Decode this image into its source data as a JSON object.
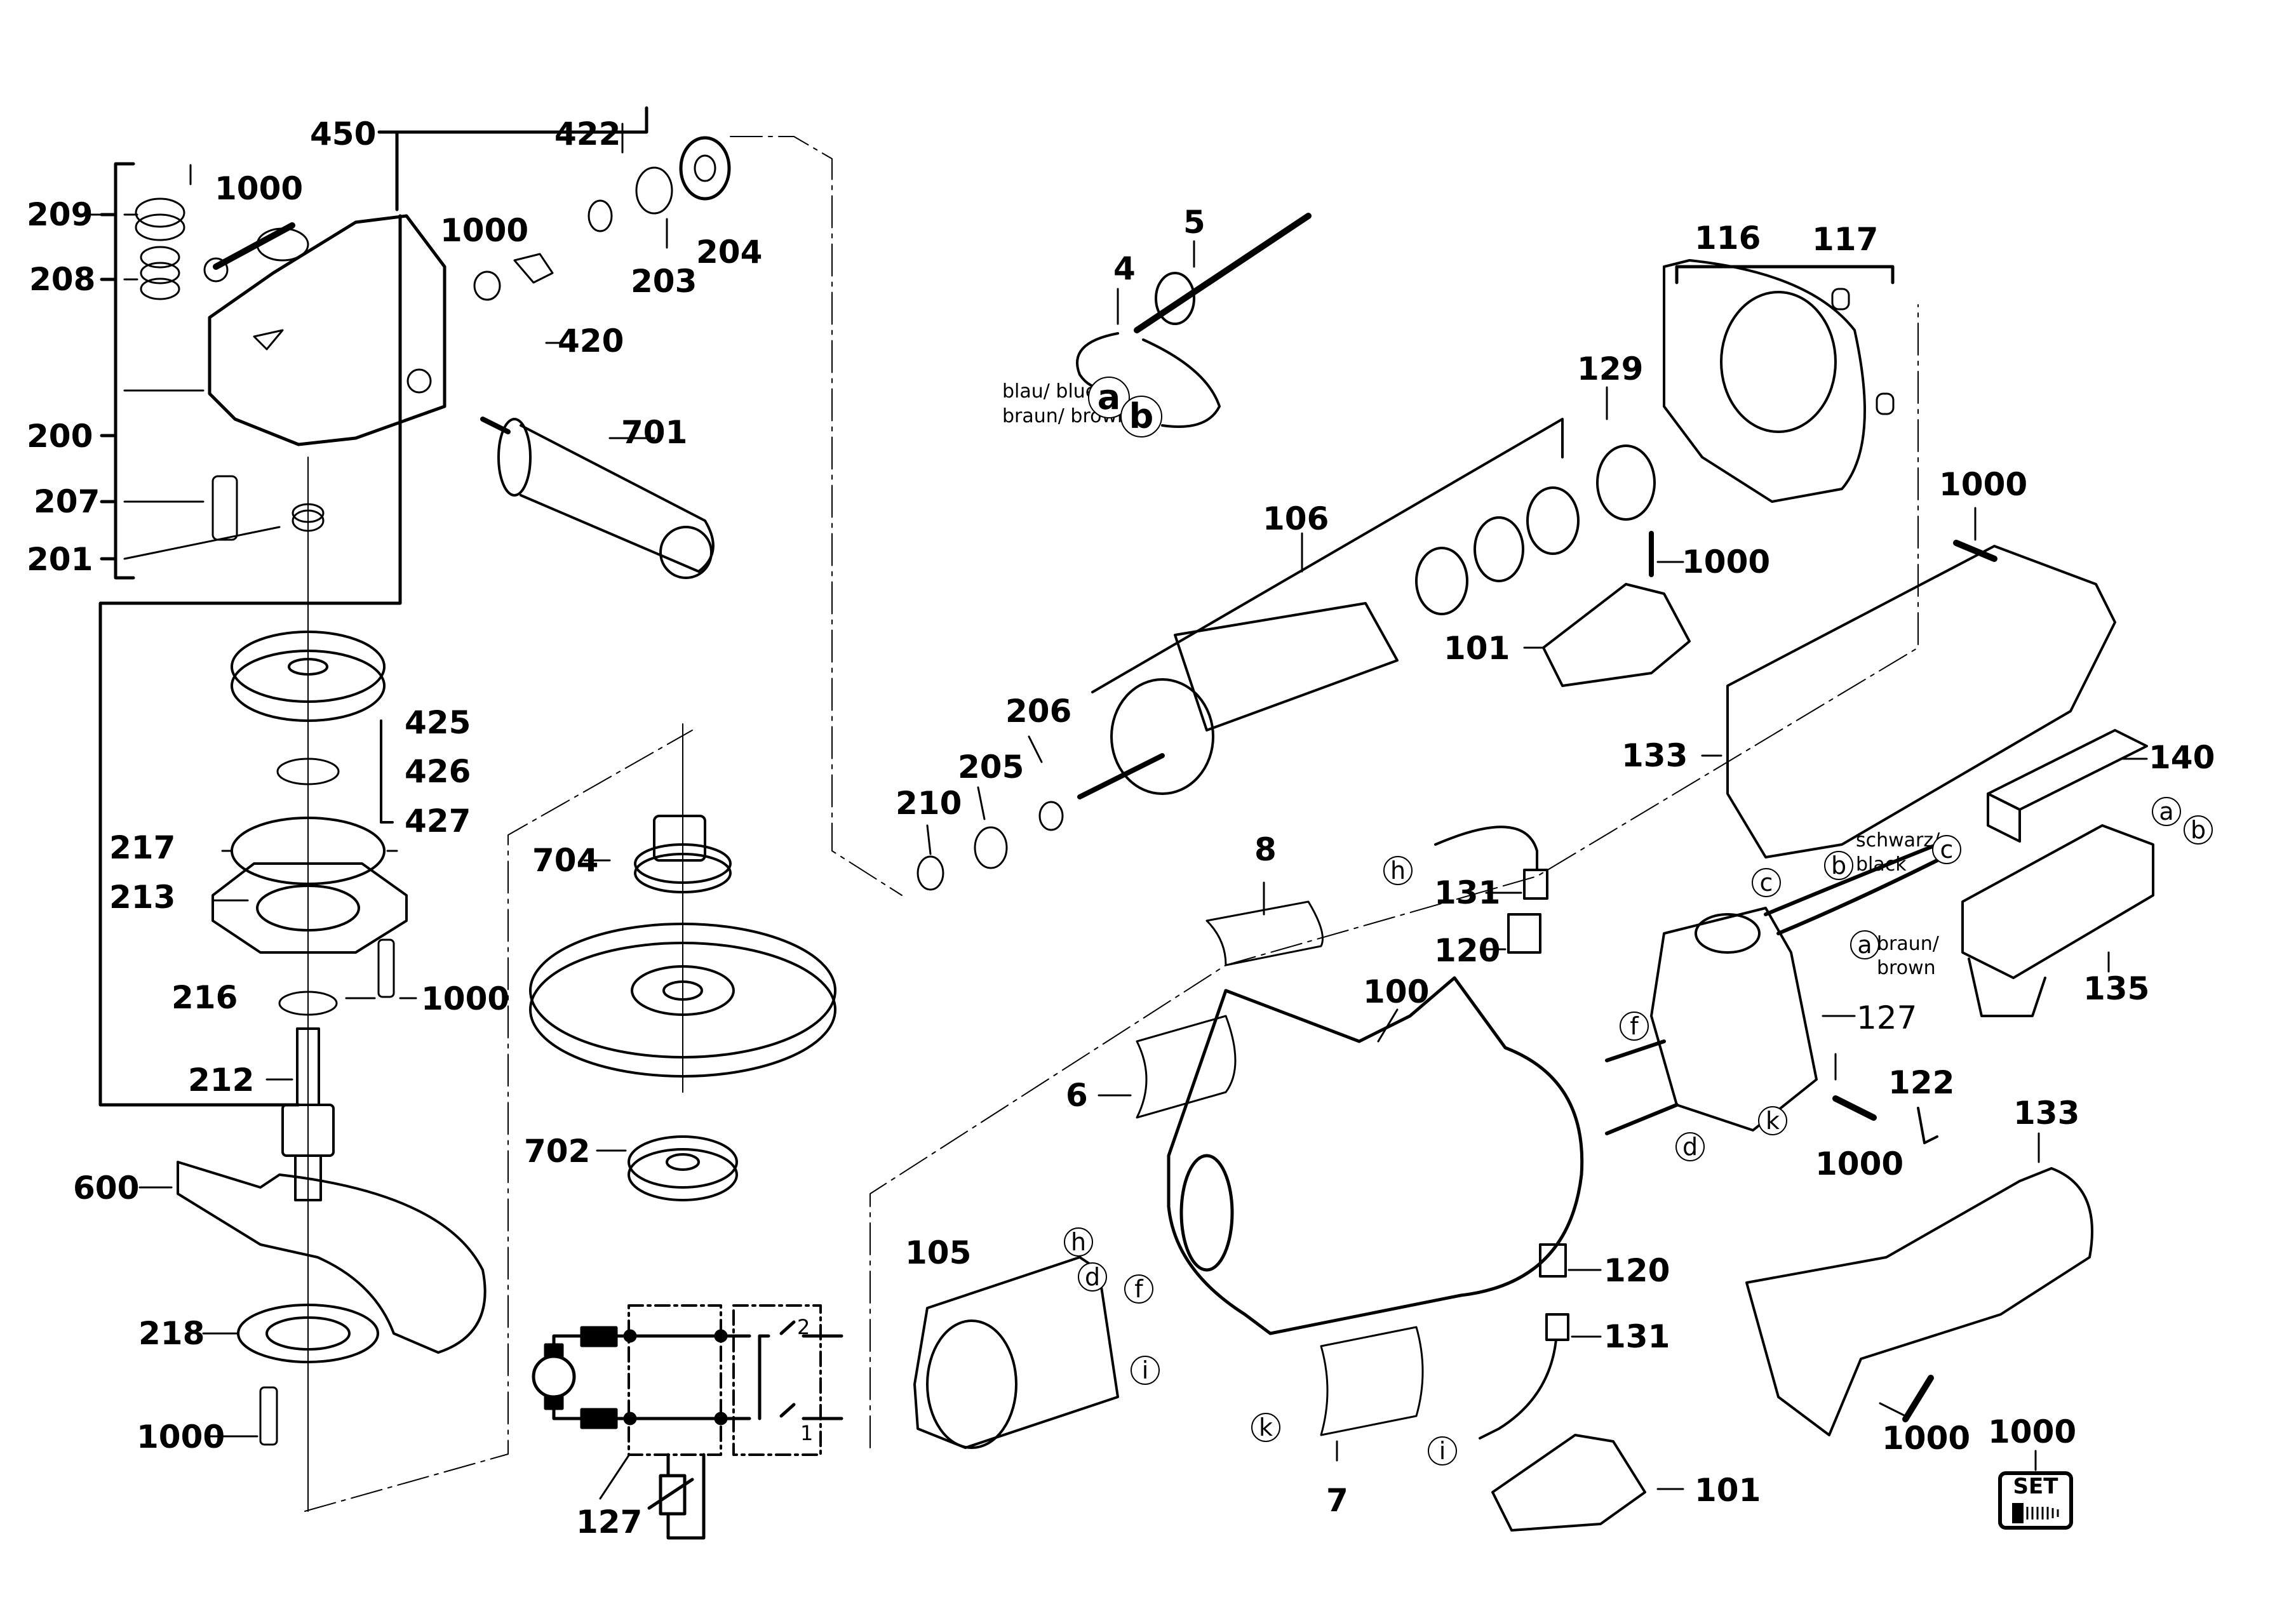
{
  "diagram": {
    "type": "exploded parts diagram",
    "subject": "angle grinder",
    "part_labels": [
      {
        "id": "p450",
        "text": "450"
      },
      {
        "id": "p422",
        "text": "422"
      },
      {
        "id": "p209",
        "text": "209"
      },
      {
        "id": "p1000a",
        "text": "1000"
      },
      {
        "id": "p208",
        "text": "208"
      },
      {
        "id": "p1000b",
        "text": "1000"
      },
      {
        "id": "p204",
        "text": "204"
      },
      {
        "id": "p203",
        "text": "203"
      },
      {
        "id": "p420",
        "text": "420"
      },
      {
        "id": "p200",
        "text": "200"
      },
      {
        "id": "p207",
        "text": "207"
      },
      {
        "id": "p201",
        "text": "201"
      },
      {
        "id": "p701",
        "text": "701"
      },
      {
        "id": "p5",
        "text": "5"
      },
      {
        "id": "p4",
        "text": "4"
      },
      {
        "id": "p116",
        "text": "116"
      },
      {
        "id": "p117",
        "text": "117"
      },
      {
        "id": "p129",
        "text": "129"
      },
      {
        "id": "p106",
        "text": "106"
      },
      {
        "id": "p1000c",
        "text": "1000"
      },
      {
        "id": "p1000d",
        "text": "1000"
      },
      {
        "id": "p101a",
        "text": "101"
      },
      {
        "id": "p206",
        "text": "206"
      },
      {
        "id": "p205",
        "text": "205"
      },
      {
        "id": "p210",
        "text": "210"
      },
      {
        "id": "p133a",
        "text": "133"
      },
      {
        "id": "p140",
        "text": "140"
      },
      {
        "id": "p425",
        "text": "425"
      },
      {
        "id": "p426",
        "text": "426"
      },
      {
        "id": "p427",
        "text": "427"
      },
      {
        "id": "p217",
        "text": "217"
      },
      {
        "id": "p213",
        "text": "213"
      },
      {
        "id": "p704",
        "text": "704"
      },
      {
        "id": "p8",
        "text": "8"
      },
      {
        "id": "p131a",
        "text": "131"
      },
      {
        "id": "p120a",
        "text": "120"
      },
      {
        "id": "p135",
        "text": "135"
      },
      {
        "id": "p216",
        "text": "216"
      },
      {
        "id": "p1000e",
        "text": "1000"
      },
      {
        "id": "p100",
        "text": "100"
      },
      {
        "id": "p127a",
        "text": "127"
      },
      {
        "id": "p212",
        "text": "212"
      },
      {
        "id": "p6",
        "text": "6"
      },
      {
        "id": "p122",
        "text": "122"
      },
      {
        "id": "p133b",
        "text": "133"
      },
      {
        "id": "p1000f",
        "text": "1000"
      },
      {
        "id": "p600",
        "text": "600"
      },
      {
        "id": "p702",
        "text": "702"
      },
      {
        "id": "p105",
        "text": "105"
      },
      {
        "id": "p120b",
        "text": "120"
      },
      {
        "id": "p218",
        "text": "218"
      },
      {
        "id": "p131b",
        "text": "131"
      },
      {
        "id": "p1000g",
        "text": "1000"
      },
      {
        "id": "p1000h",
        "text": "1000"
      },
      {
        "id": "p1000set",
        "text": "1000"
      },
      {
        "id": "p7",
        "text": "7"
      },
      {
        "id": "p101b",
        "text": "101"
      },
      {
        "id": "p127b",
        "text": "127"
      }
    ],
    "wire_notes": {
      "top_blue": "blau/ blue",
      "top_brown": "braun/ brown",
      "black": "schwarz/\nblack",
      "brown": "braun/\nbrown"
    },
    "wire_markers": {
      "a": "a",
      "b": "b",
      "c": "c",
      "d": "d",
      "f": "f",
      "h": "h",
      "i": "i",
      "k": "k"
    },
    "set_badge": {
      "label": "SET",
      "icon": "screw-icon"
    },
    "schematic": {
      "switch_pole_1": "1",
      "switch_pole_2": "2",
      "label": "127"
    }
  }
}
